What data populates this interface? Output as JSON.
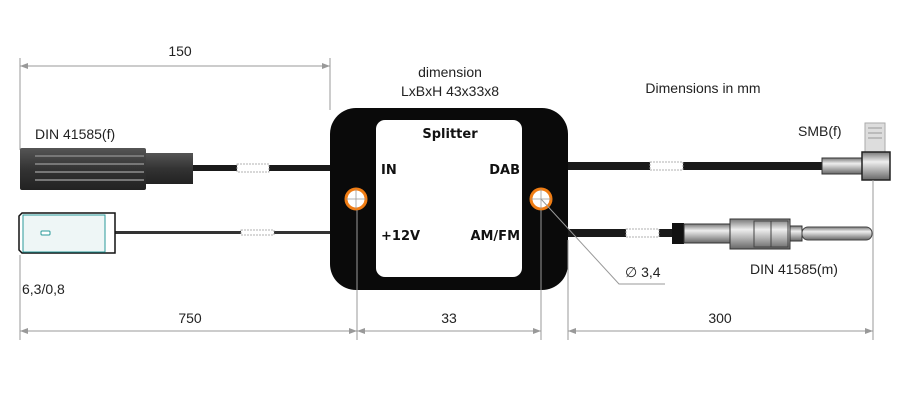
{
  "dimensions": {
    "top_cable_length": "150",
    "left_cable_length": "750",
    "box_width": "33",
    "right_cable_length": "300",
    "box_caption_line1": "dimension",
    "box_caption_line2": "LxBxH 43x33x8",
    "units_note": "Dimensions in mm",
    "cable_diameter": "∅ 3,4"
  },
  "box": {
    "title": "Splitter",
    "port_in": "IN",
    "port_power": "+12V",
    "port_dab": "DAB",
    "port_amfm": "AM/FM"
  },
  "connectors": {
    "din_female": "DIN 41585(f)",
    "flat_plug": "6,3/0,8",
    "smb_female": "SMB(f)",
    "din_male": "DIN 41585(m)"
  },
  "colors": {
    "box": "#0a0a0a",
    "hole": "#f07d14",
    "cable": "#1a1a1a",
    "plug_outline": "#2a9a9a"
  }
}
